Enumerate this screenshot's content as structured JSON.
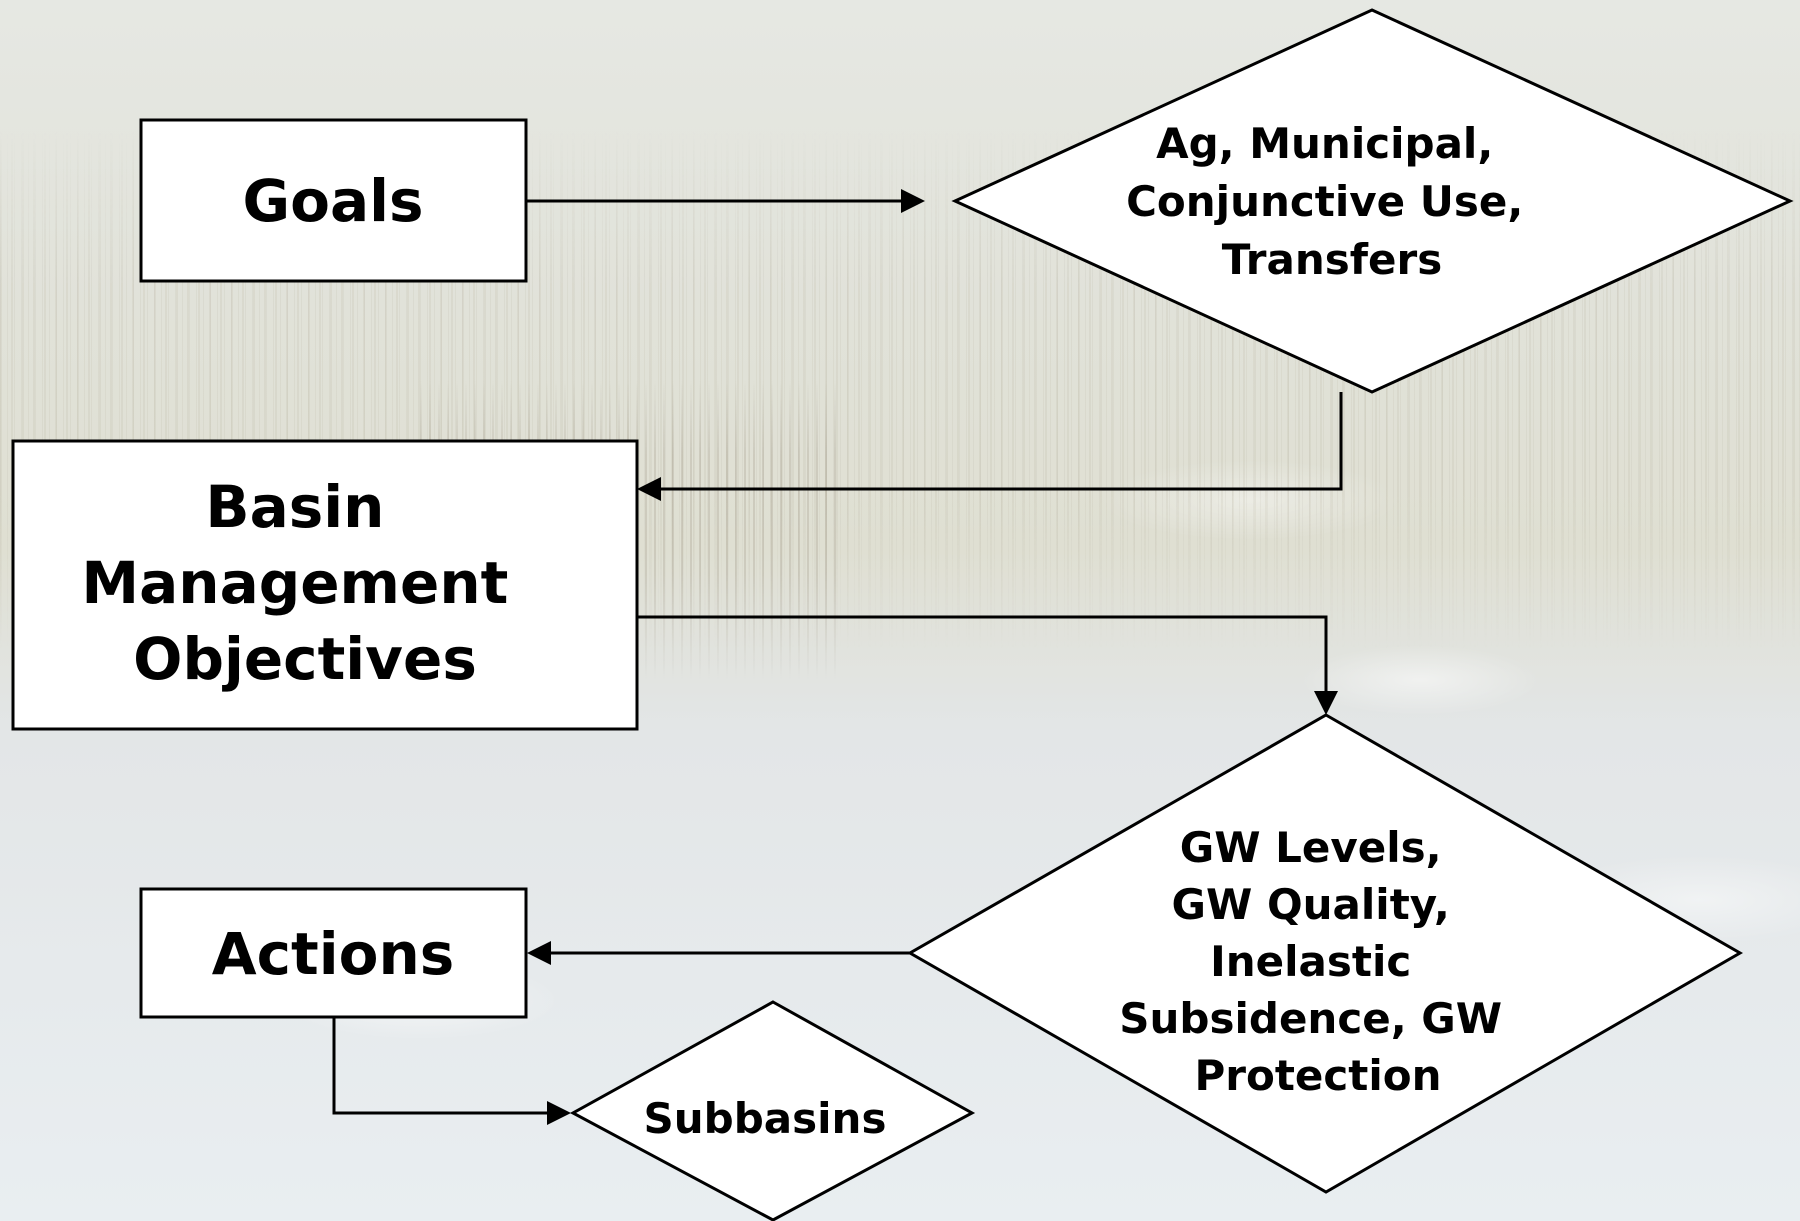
{
  "diagram": {
    "goals": "Goals",
    "uses": [
      "Ag, Municipal,",
      "Conjunctive Use,",
      "Transfers"
    ],
    "bmo": [
      "Basin",
      "Management",
      "Objectives"
    ],
    "measures": [
      "GW Levels,",
      "GW Quality,",
      "Inelastic",
      "Subsidence, GW",
      "Protection"
    ],
    "actions": "Actions",
    "subbasins": "Subbasins"
  }
}
